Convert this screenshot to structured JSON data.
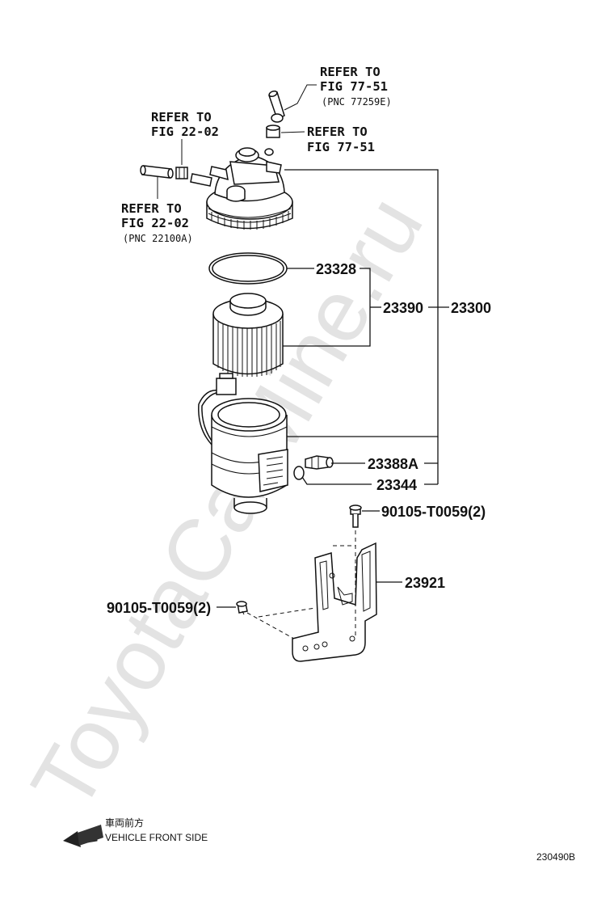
{
  "watermark": "ToyotaCarMine.ru",
  "refer_labels": {
    "top_right": {
      "line1": "REFER TO",
      "line2": "FIG 77-51",
      "pnc": "(PNC 77259E)"
    },
    "mid_right": {
      "line1": "REFER TO",
      "line2": "FIG 77-51"
    },
    "upper_left": {
      "line1": "REFER TO",
      "line2": "FIG 22-02"
    },
    "lower_left": {
      "line1": "REFER TO",
      "line2": "FIG 22-02",
      "pnc": "(PNC 22100A)"
    }
  },
  "part_numbers": {
    "p23328": "23328",
    "p23390": "23390",
    "p23300": "23300",
    "p23388A": "23388A",
    "p23344": "23344",
    "bolt_right": "90105-T0059(2)",
    "p23921": "23921",
    "bolt_left": "90105-T0059(2)"
  },
  "direction": {
    "japanese": "車両前方",
    "english": "VEHICLE FRONT SIDE",
    "arrow_icon": "arrow-left-icon"
  },
  "figure_code": "230490B"
}
